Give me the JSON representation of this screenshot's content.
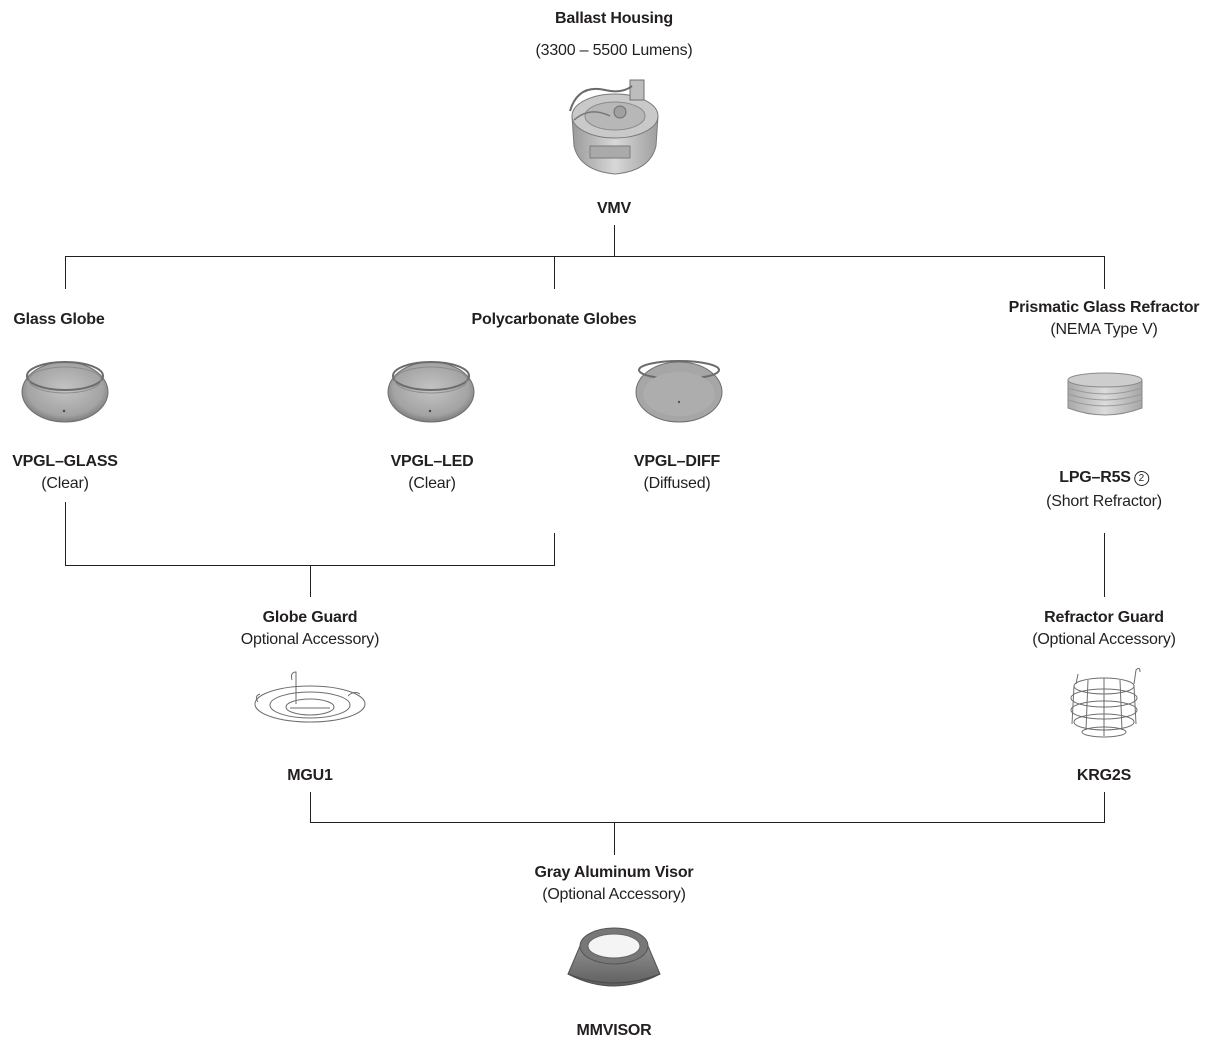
{
  "ballast": {
    "title": "Ballast Housing",
    "subtitle": "(3300 – 5500 Lumens)",
    "code": "VMV"
  },
  "glass_globe": {
    "heading": "Glass Globe",
    "code": "VPGL–GLASS",
    "note": "(Clear)"
  },
  "polycarbonate": {
    "heading": "Polycarbonate Globes",
    "led": {
      "code": "VPGL–LED",
      "note": "(Clear)"
    },
    "diff": {
      "code": "VPGL–DIFF",
      "note": "(Diffused)"
    }
  },
  "refractor": {
    "heading": "Prismatic Glass Refractor",
    "subheading": "(NEMA Type V)",
    "code": "LPG–R5S",
    "footnote": "2",
    "note": "(Short Refractor)"
  },
  "globe_guard": {
    "heading": "Globe Guard",
    "note": "Optional Accessory)",
    "code": "MGU1"
  },
  "refractor_guard": {
    "heading": "Refractor Guard",
    "note": "(Optional Accessory)",
    "code": "KRG2S"
  },
  "visor": {
    "heading": "Gray Aluminum Visor",
    "note": "(Optional Accessory)",
    "code": "MMVISOR"
  },
  "colors": {
    "line": "#231f20",
    "product_gray": "#8a8a8a"
  }
}
